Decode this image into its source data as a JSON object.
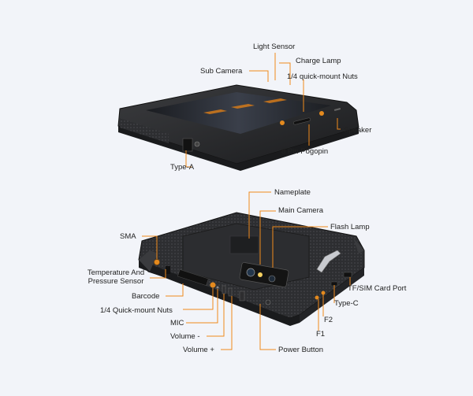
{
  "colors": {
    "background": "#f2f4f9",
    "leader_line": "#f08a1c",
    "device_body": "#2a2b2d",
    "device_accent": "#e48a1e",
    "label_text": "#222222"
  },
  "front_view": {
    "labels": {
      "light_sensor": "Light Sensor",
      "charge_lamp": "Charge Lamp",
      "sub_camera": "Sub Camera",
      "quick_mount_nuts": "1/4 quick-mount Nuts",
      "speaker": "Speaker",
      "pogopin": "8 Pin Pogopin",
      "type_a": "Type-A"
    }
  },
  "back_view": {
    "labels": {
      "nameplate": "Nameplate",
      "main_camera": "Main Camera",
      "flash_lamp": "Flash Lamp",
      "sma": "SMA",
      "temp_sensor_line1": "Temperature And",
      "temp_sensor_line2": "Pressure Sensor",
      "barcode": "Barcode",
      "quick_mount_nuts": "1/4 Quick-mount Nuts",
      "mic": "MIC",
      "volume_minus": "Volume -",
      "volume_plus": "Volume +",
      "power_button": "Power Button",
      "tf_sim_port": "TF/SIM Card Port",
      "type_c": "Type-C",
      "f2": "F2",
      "f1": "F1"
    }
  }
}
